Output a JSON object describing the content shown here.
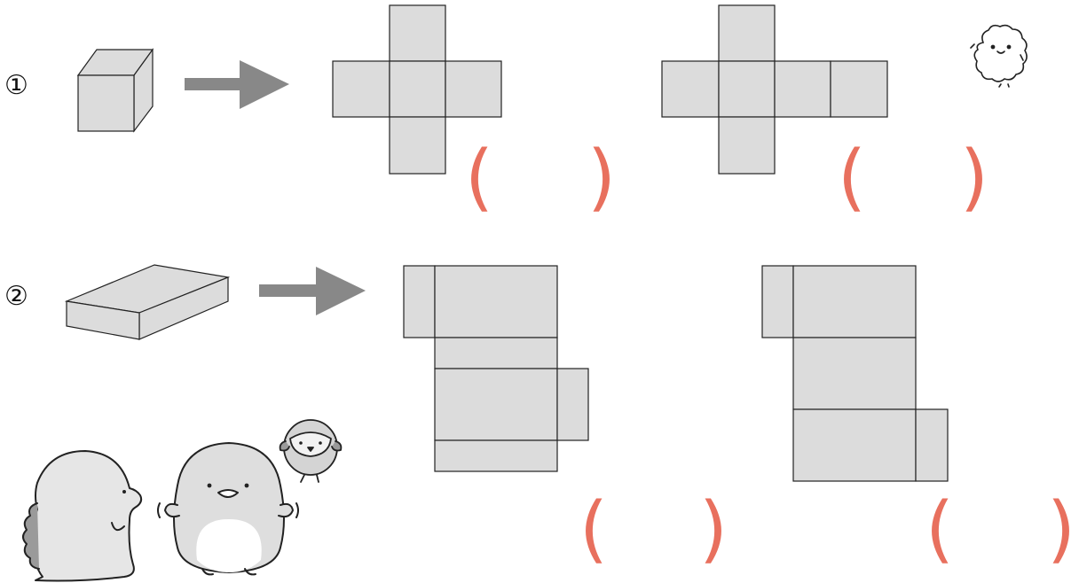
{
  "questions": [
    {
      "number": "①",
      "solid": "cube",
      "answer_slots": [
        "",
        ""
      ]
    },
    {
      "number": "②",
      "solid": "rectangular-prism",
      "answer_slots": [
        "",
        ""
      ]
    }
  ],
  "parentheses": {
    "open": "(",
    "close": ")"
  },
  "colors": {
    "face_fill": "#dcdcdc",
    "stroke": "#222222",
    "arrow": "#888888",
    "parenthesis": "#e8705e"
  },
  "characters": [
    "furball-character",
    "dinosaur-character",
    "penguin-character",
    "bird-character"
  ]
}
